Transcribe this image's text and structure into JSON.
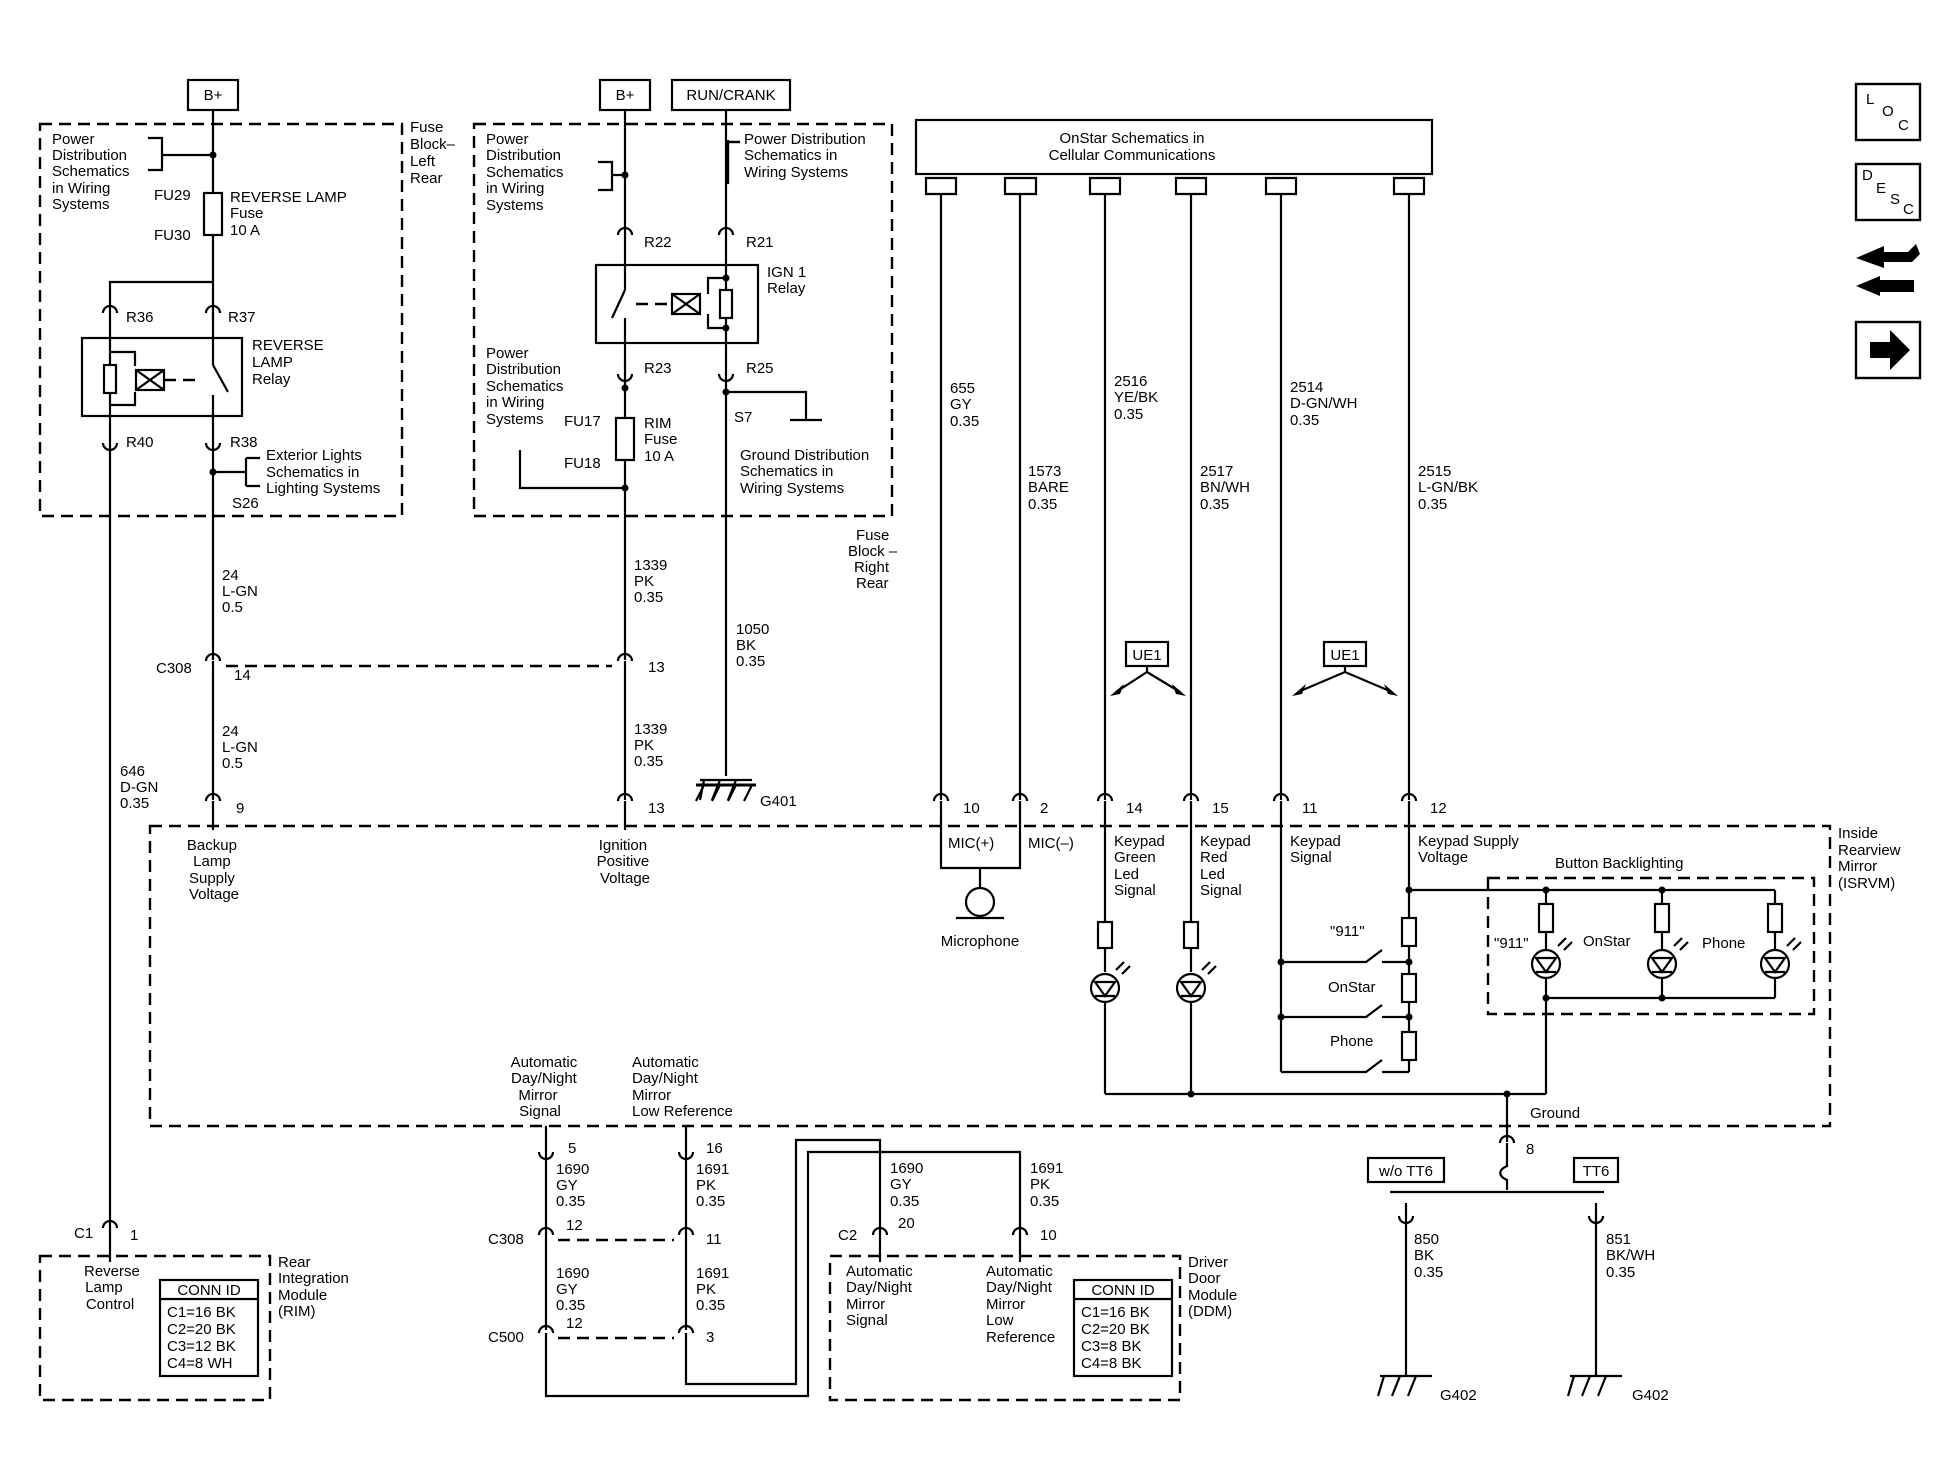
{
  "power_sources": {
    "bplus_left": "B+",
    "bplus_center": "B+",
    "run_crank": "RUN/CRANK"
  },
  "fuse_block_left": {
    "title_lines": [
      "Fuse",
      "Block–",
      "Left",
      "Rear"
    ],
    "power_dist_lines": [
      "Power",
      "Distribution",
      "Schematics",
      "in Wiring",
      "Systems"
    ],
    "fu29": "FU29",
    "fu30": "FU30",
    "fuse_name_lines": [
      "REVERSE LAMP",
      "Fuse",
      "10 A"
    ],
    "r36": "R36",
    "r37": "R37",
    "r38": "R38",
    "r40": "R40",
    "relay_lines": [
      "REVERSE",
      "LAMP",
      "Relay"
    ],
    "ext_lights_lines": [
      "Exterior Lights",
      "Schematics in",
      "Lighting Systems"
    ],
    "s26": "S26"
  },
  "fuse_block_right": {
    "title_lines": [
      "Fuse",
      "Block –",
      "Right",
      "Rear"
    ],
    "power_dist_top_lines": [
      "Power",
      "Distribution",
      "Schematics",
      "in Wiring",
      "Systems"
    ],
    "power_dist_right_lines": [
      "Power Distribution",
      "Schematics in",
      "Wiring Systems"
    ],
    "r22": "R22",
    "r21": "R21",
    "r23": "R23",
    "r25": "R25",
    "relay_lines": [
      "IGN 1",
      "Relay"
    ],
    "power_dist_low_lines": [
      "Power",
      "Distribution",
      "Schematics",
      "in Wiring",
      "Systems"
    ],
    "fu17": "FU17",
    "fu18": "FU18",
    "fuse_name_lines": [
      "RIM",
      "Fuse",
      "10 A"
    ],
    "s7": "S7",
    "ground_dist_lines": [
      "Ground Distribution",
      "Schematics in",
      "Wiring Systems"
    ]
  },
  "onstar": {
    "box_lines": [
      "OnStar Schematics in",
      "Cellular Communications"
    ]
  },
  "wires": {
    "w24_top": [
      "24",
      "L-GN",
      "0.5"
    ],
    "w24_bottom": [
      "24",
      "L-GN",
      "0.5"
    ],
    "w1339_top": [
      "1339",
      "PK",
      "0.35"
    ],
    "w1339_bottom": [
      "1339",
      "PK",
      "0.35"
    ],
    "w1050": [
      "1050",
      "BK",
      "0.35"
    ],
    "w646": [
      "646",
      "D-GN",
      "0.35"
    ],
    "w655": [
      "655",
      "GY",
      "0.35"
    ],
    "w1573": [
      "1573",
      "BARE",
      "0.35"
    ],
    "w2516": [
      "2516",
      "YE/BK",
      "0.35"
    ],
    "w2517": [
      "2517",
      "BN/WH",
      "0.35"
    ],
    "w2514": [
      "2514",
      "D-GN/WH",
      "0.35"
    ],
    "w2515": [
      "2515",
      "L-GN/BK",
      "0.35"
    ],
    "w1690_a": [
      "1690",
      "GY",
      "0.35"
    ],
    "w1691_a": [
      "1691",
      "PK",
      "0.35"
    ],
    "w1690_b": [
      "1690",
      "GY",
      "0.35"
    ],
    "w1691_b": [
      "1691",
      "PK",
      "0.35"
    ],
    "w1690_c": [
      "1690",
      "GY",
      "0.35"
    ],
    "w1691_c": [
      "1691",
      "PK",
      "0.35"
    ],
    "w850": [
      "850",
      "BK",
      "0.35"
    ],
    "w851": [
      "851",
      "BK/WH",
      "0.35"
    ]
  },
  "connectors": {
    "c308_top": "C308",
    "c308_pin14": "14",
    "c308_pin13": "13",
    "pin9": "9",
    "pin13_isrvm": "13",
    "g401": "G401",
    "pin10": "10",
    "pin2": "2",
    "pin14": "14",
    "pin15": "15",
    "pin11": "11",
    "pin12": "12",
    "ue1_a": "UE1",
    "ue1_b": "UE1",
    "pin5": "5",
    "pin16": "16",
    "c308_bottom": "C308",
    "c308_pin12": "12",
    "c308_pin11": "11",
    "c500": "C500",
    "c500_pin12": "12",
    "c500_pin3": "3",
    "c1": "C1",
    "c1_pin": "1",
    "c2": "C2",
    "c2_pin20": "20",
    "c2_pin10": "10",
    "pin8": "8",
    "wo_tt6": "w/o TT6",
    "tt6": "TT6",
    "g402_a": "G402",
    "g402_b": "G402"
  },
  "isrvm": {
    "title_lines": [
      "Inside",
      "Rearview",
      "Mirror",
      "(ISRVM)"
    ],
    "backup_lines": [
      "Backup",
      "Lamp",
      "Supply",
      "Voltage"
    ],
    "ignition_lines": [
      "Ignition",
      "Positive",
      "Voltage"
    ],
    "mic_plus": "MIC(+)",
    "mic_minus": "MIC(–)",
    "microphone": "Microphone",
    "green_led_lines": [
      "Keypad",
      "Green",
      "Led",
      "Signal"
    ],
    "red_led_lines": [
      "Keypad",
      "Red",
      "Led",
      "Signal"
    ],
    "keypad_signal_lines": [
      "Keypad",
      "Signal"
    ],
    "keypad_supply_lines": [
      "Keypad Supply",
      "Voltage"
    ],
    "button_backlighting": "Button Backlighting",
    "sw_911": "\"911\"",
    "sw_onstar": "OnStar",
    "sw_phone": "Phone",
    "bl_911": "\"911\"",
    "bl_onstar": "OnStar",
    "bl_phone": "Phone",
    "auto_signal_lines": [
      "Automatic",
      "Day/Night",
      "Mirror",
      "Signal"
    ],
    "auto_lowref_lines": [
      "Automatic",
      "Day/Night",
      "Mirror",
      "Low Reference"
    ],
    "ground": "Ground"
  },
  "rim": {
    "title_lines": [
      "Rear",
      "Integration",
      "Module",
      "(RIM)"
    ],
    "reverse_lines": [
      "Reverse",
      "Lamp",
      "Control"
    ],
    "conn_id_header": "CONN ID",
    "conn_lines": [
      "C1=16 BK",
      "C2=20 BK",
      "C3=12 BK",
      "C4=8 WH"
    ]
  },
  "ddm": {
    "title_lines": [
      "Driver",
      "Door",
      "Module",
      "(DDM)"
    ],
    "signal_lines": [
      "Automatic",
      "Day/Night",
      "Mirror",
      "Signal"
    ],
    "lowref_lines": [
      "Automatic",
      "Day/Night",
      "Mirror",
      "Low",
      "Reference"
    ],
    "conn_id_header": "CONN ID",
    "conn_lines": [
      "C1=16 BK",
      "C2=20 BK",
      "C3=8 BK",
      "C4=8 BK"
    ]
  },
  "nav": {
    "loc_letters": [
      "L",
      "O",
      "C"
    ],
    "desc_letters": [
      "D",
      "E",
      "S",
      "C"
    ]
  }
}
